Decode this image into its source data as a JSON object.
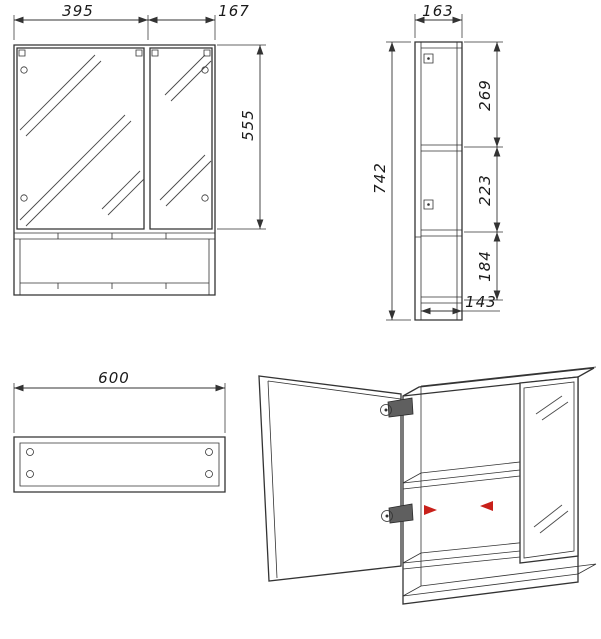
{
  "page": {
    "background": "#ffffff"
  },
  "colors": {
    "line": "#333333",
    "accent_red": "#c8201a"
  },
  "dims": {
    "front_view": {
      "left_door_width": "395",
      "right_door_width": "167",
      "door_height": "555"
    },
    "side_view": {
      "depth": "163",
      "total_height": "742",
      "section_top": "269",
      "section_middle": "223",
      "section_bottom": "184",
      "bottom_shelf_depth": "143"
    },
    "plan_view": {
      "total_width": "600"
    }
  }
}
